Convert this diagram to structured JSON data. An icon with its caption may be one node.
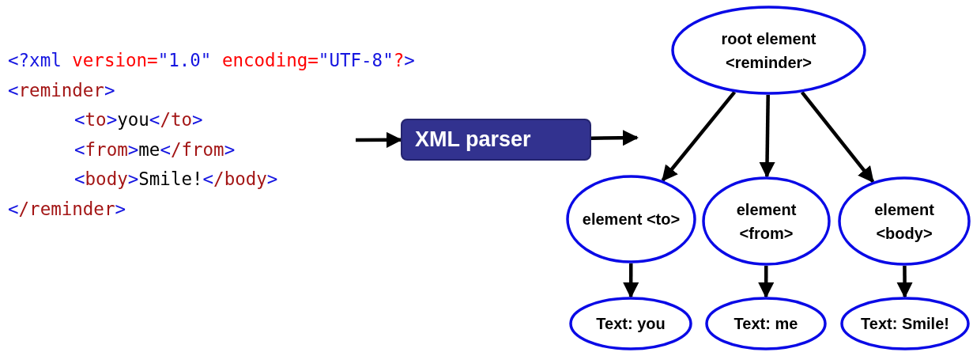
{
  "diagram": {
    "nodes": [
      {
        "text": [
          "XML parser"
        ]
      },
      {
        "text": [
          "root element <reminder>"
        ]
      },
      {
        "text": [
          "element <to>"
        ]
      },
      {
        "text": [
          "element <from>"
        ]
      },
      {
        "text": [
          "element <body>"
        ]
      },
      {
        "text": [
          "Text: you"
        ]
      },
      {
        "text": [
          "Text: me"
        ]
      },
      {
        "text": [
          "Text: Smile!"
        ]
      }
    ],
    "edges": [
      {
        "from": null,
        "to": 0,
        "arrow": "to"
      },
      {
        "from": 0,
        "to": null,
        "arrow": "to"
      },
      {
        "from": 1,
        "to": 2,
        "arrow": "to"
      },
      {
        "from": 1,
        "to": 3,
        "arrow": "to"
      },
      {
        "from": 1,
        "to": 4,
        "arrow": "to"
      },
      {
        "from": 2,
        "to": 5,
        "arrow": "to"
      },
      {
        "from": 3,
        "to": 6,
        "arrow": "to"
      },
      {
        "from": 4,
        "to": 7,
        "arrow": "to"
      }
    ],
    "labels": [
      "<?xml version=\"1.0\" encoding=\"UTF-8\"?>",
      "<reminder>",
      "<to>you</to>",
      "<from>me</from>",
      "<body>Smile!</body>",
      "</reminder>"
    ]
  }
}
